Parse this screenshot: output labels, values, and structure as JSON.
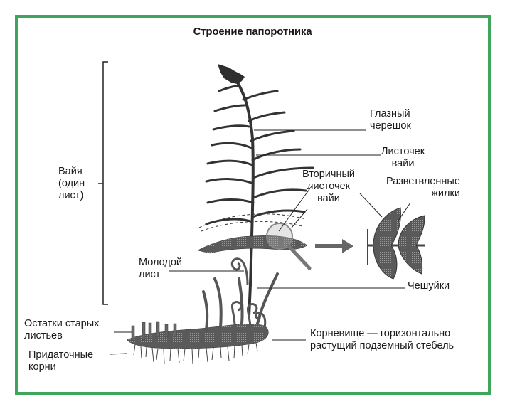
{
  "diagram": {
    "title": "Строение папоротника",
    "border_color": "#3fa55b",
    "labels": {
      "frond": [
        "Вайя",
        "(один",
        "лист)"
      ],
      "rachis": [
        "Глазный",
        "черешок"
      ],
      "leaflet": [
        "Листочек",
        "вайи"
      ],
      "secondary_leaflet": [
        "Вторичный",
        "листочек",
        "вайи"
      ],
      "branched_veins": [
        "Разветвленные",
        "жилки"
      ],
      "young_leaf": [
        "Молодой",
        "лист"
      ],
      "scales": [
        "Чешуйки"
      ],
      "old_leaf_remains": [
        "Остатки старых",
        "листьев"
      ],
      "adventitious_roots": [
        "Придаточные",
        "корни"
      ],
      "rhizome": [
        "Корневище — горизонтально",
        "растущий подземный стебель"
      ]
    },
    "icons": {
      "magnifier": "magnifying-glass-icon",
      "arrow": "right-arrow-icon"
    }
  }
}
